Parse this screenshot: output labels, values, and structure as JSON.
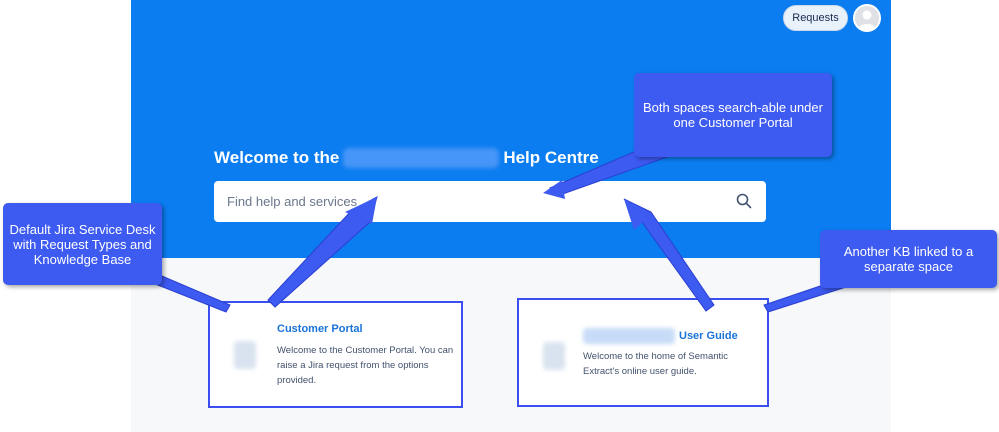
{
  "header": {
    "requests_label": "Requests",
    "avatar_icon": "user-avatar-icon"
  },
  "hero": {
    "welcome_prefix": "Welcome to the",
    "welcome_suffix": "Help Centre",
    "background_color": "#0b7df0"
  },
  "search": {
    "placeholder": "Find help and services",
    "value": "",
    "icon": "search-icon"
  },
  "cards": [
    {
      "title": "Customer Portal",
      "description": "Welcome to the Customer Portal. You can raise a Jira request from the options provided."
    },
    {
      "title": "User Guide",
      "description": "Welcome to the home of Semantic Extract's online user guide."
    }
  ],
  "callouts": {
    "both_spaces": "Both spaces search-able under one Customer Portal",
    "default_desk": "Default Jira Service Desk with Request Types and Knowledge Base",
    "another_kb": "Another KB linked to a separate space",
    "color": "#3d5af1"
  }
}
